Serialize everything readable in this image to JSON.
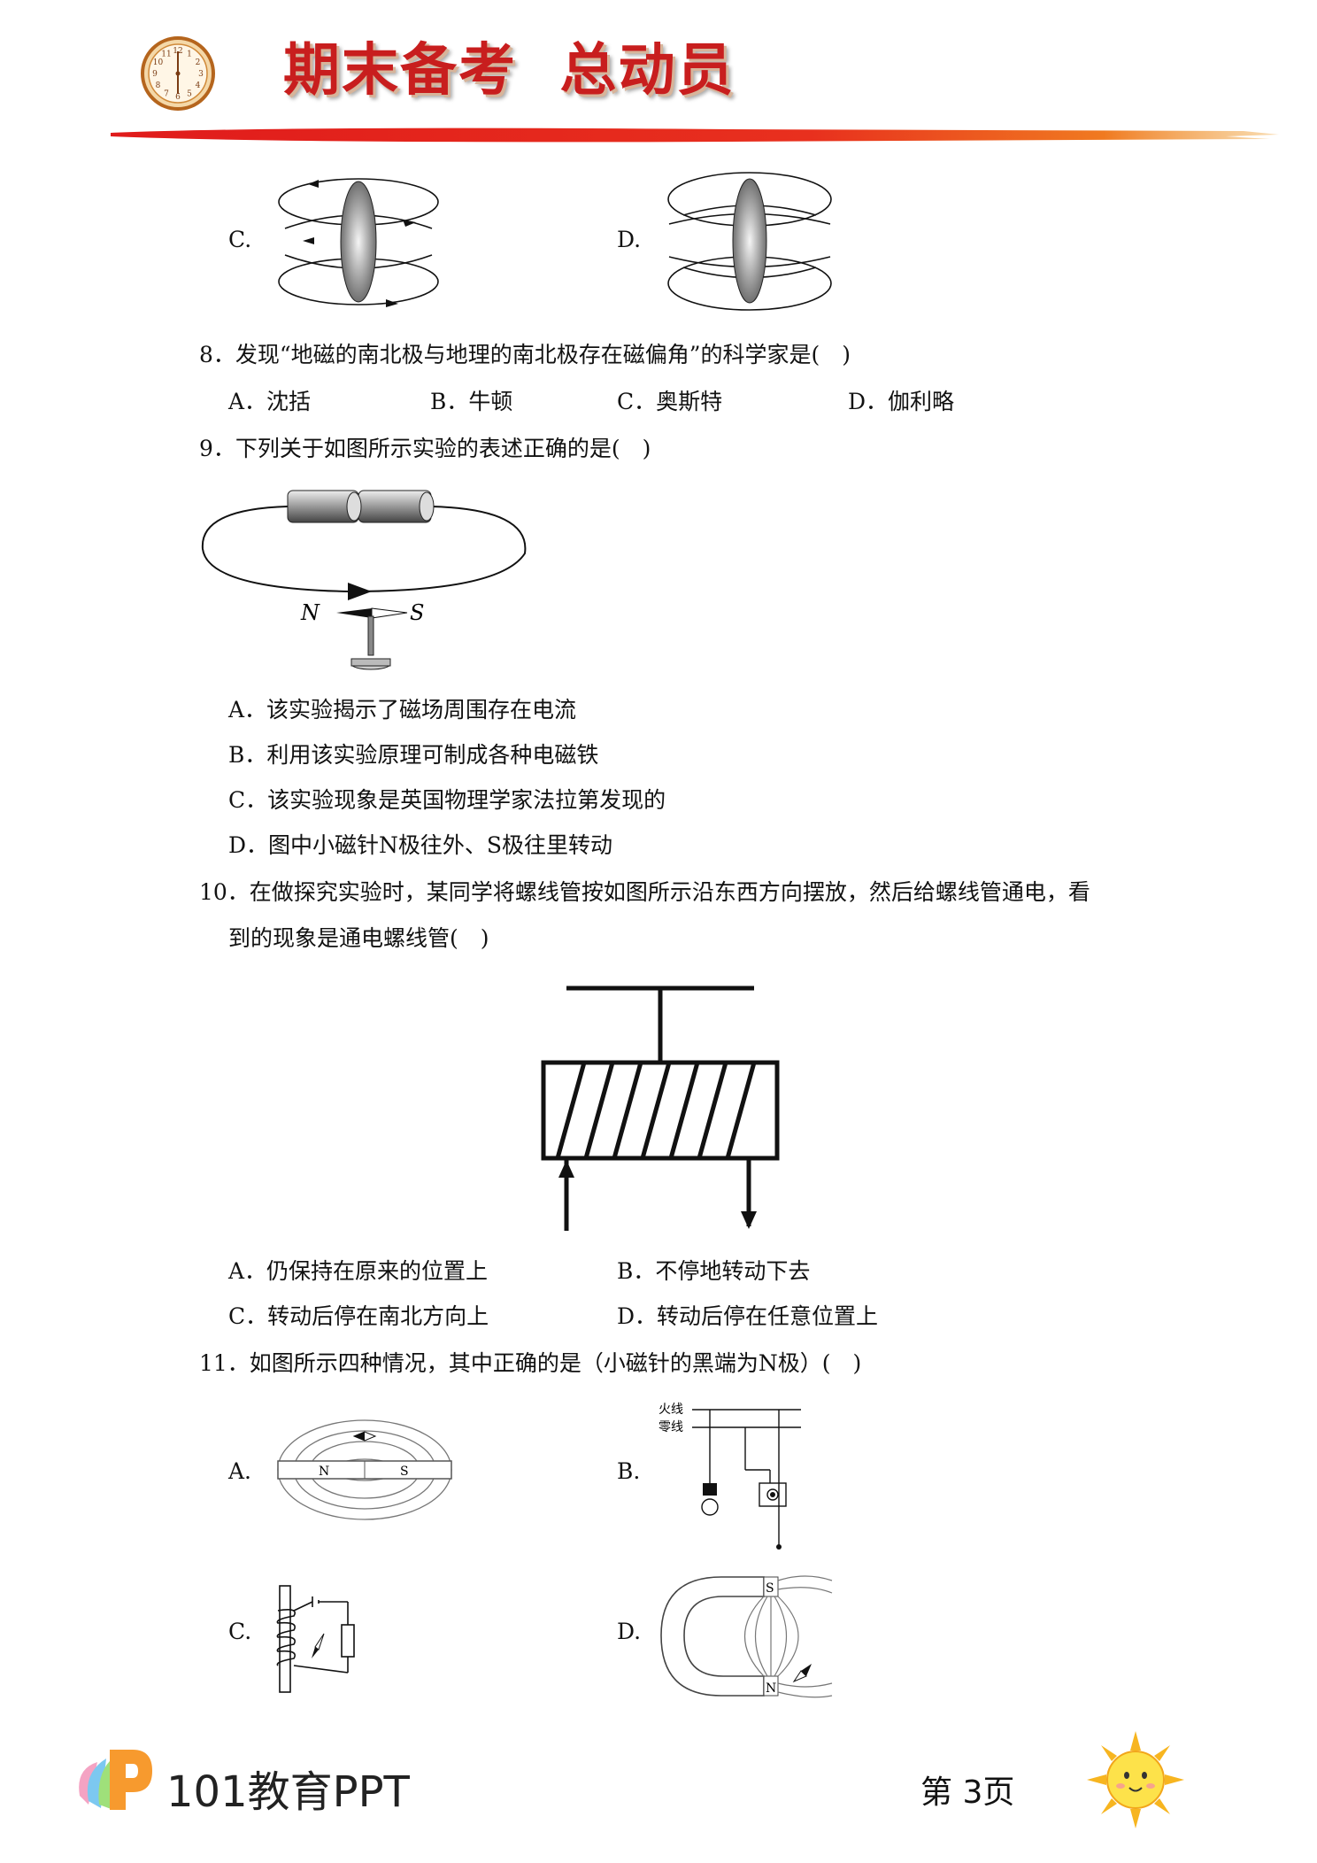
{
  "header": {
    "title": "期末备考  总动员",
    "clock_numbers": [
      "12",
      "1",
      "2",
      "3",
      "4",
      "5",
      "6",
      "7",
      "8",
      "9",
      "10",
      "11"
    ]
  },
  "q7_options": {
    "c_label": "C.",
    "d_label": "D."
  },
  "q8": {
    "stem": "8．发现“地磁的南北极与地理的南北极存在磁偏角”的科学家是(　)",
    "options": [
      "A．沈括",
      "B．牛顿",
      "C．奥斯特",
      "D．伽利略"
    ]
  },
  "q9": {
    "stem": "9．下列关于如图所示实验的表述正确的是(　)",
    "figure_labels": {
      "n": "N",
      "s": "S"
    },
    "options": [
      "A．该实验揭示了磁场周围存在电流",
      "B．利用该实验原理可制成各种电磁铁",
      "C．该实验现象是英国物理学家法拉第发现的",
      "D．图中小磁针N极往外、S极往里转动"
    ]
  },
  "q10": {
    "stem_line1": "10．在做探究实验时，某同学将螺线管按如图所示沿东西方向摆放，然后给螺线管通电，看",
    "stem_line2": "到的现象是通电螺线管(　)",
    "options": [
      "A．仍保持在原来的位置上",
      "B．不停地转动下去",
      "C．转动后停在南北方向上",
      "D．转动后停在任意位置上"
    ]
  },
  "q11": {
    "stem": "11．如图所示四种情况，其中正确的是（小磁针的黑端为N极）(　)",
    "labels": {
      "a": "A.",
      "b": "B.",
      "c": "C.",
      "d": "D."
    },
    "fig_a": {
      "n": "N",
      "s": "S"
    },
    "fig_b": {
      "live": "火线",
      "neutral": "零线"
    },
    "fig_d": {
      "s": "S",
      "n": "N"
    }
  },
  "footer": {
    "brand": "101教育PPT",
    "page": "第 3页"
  }
}
